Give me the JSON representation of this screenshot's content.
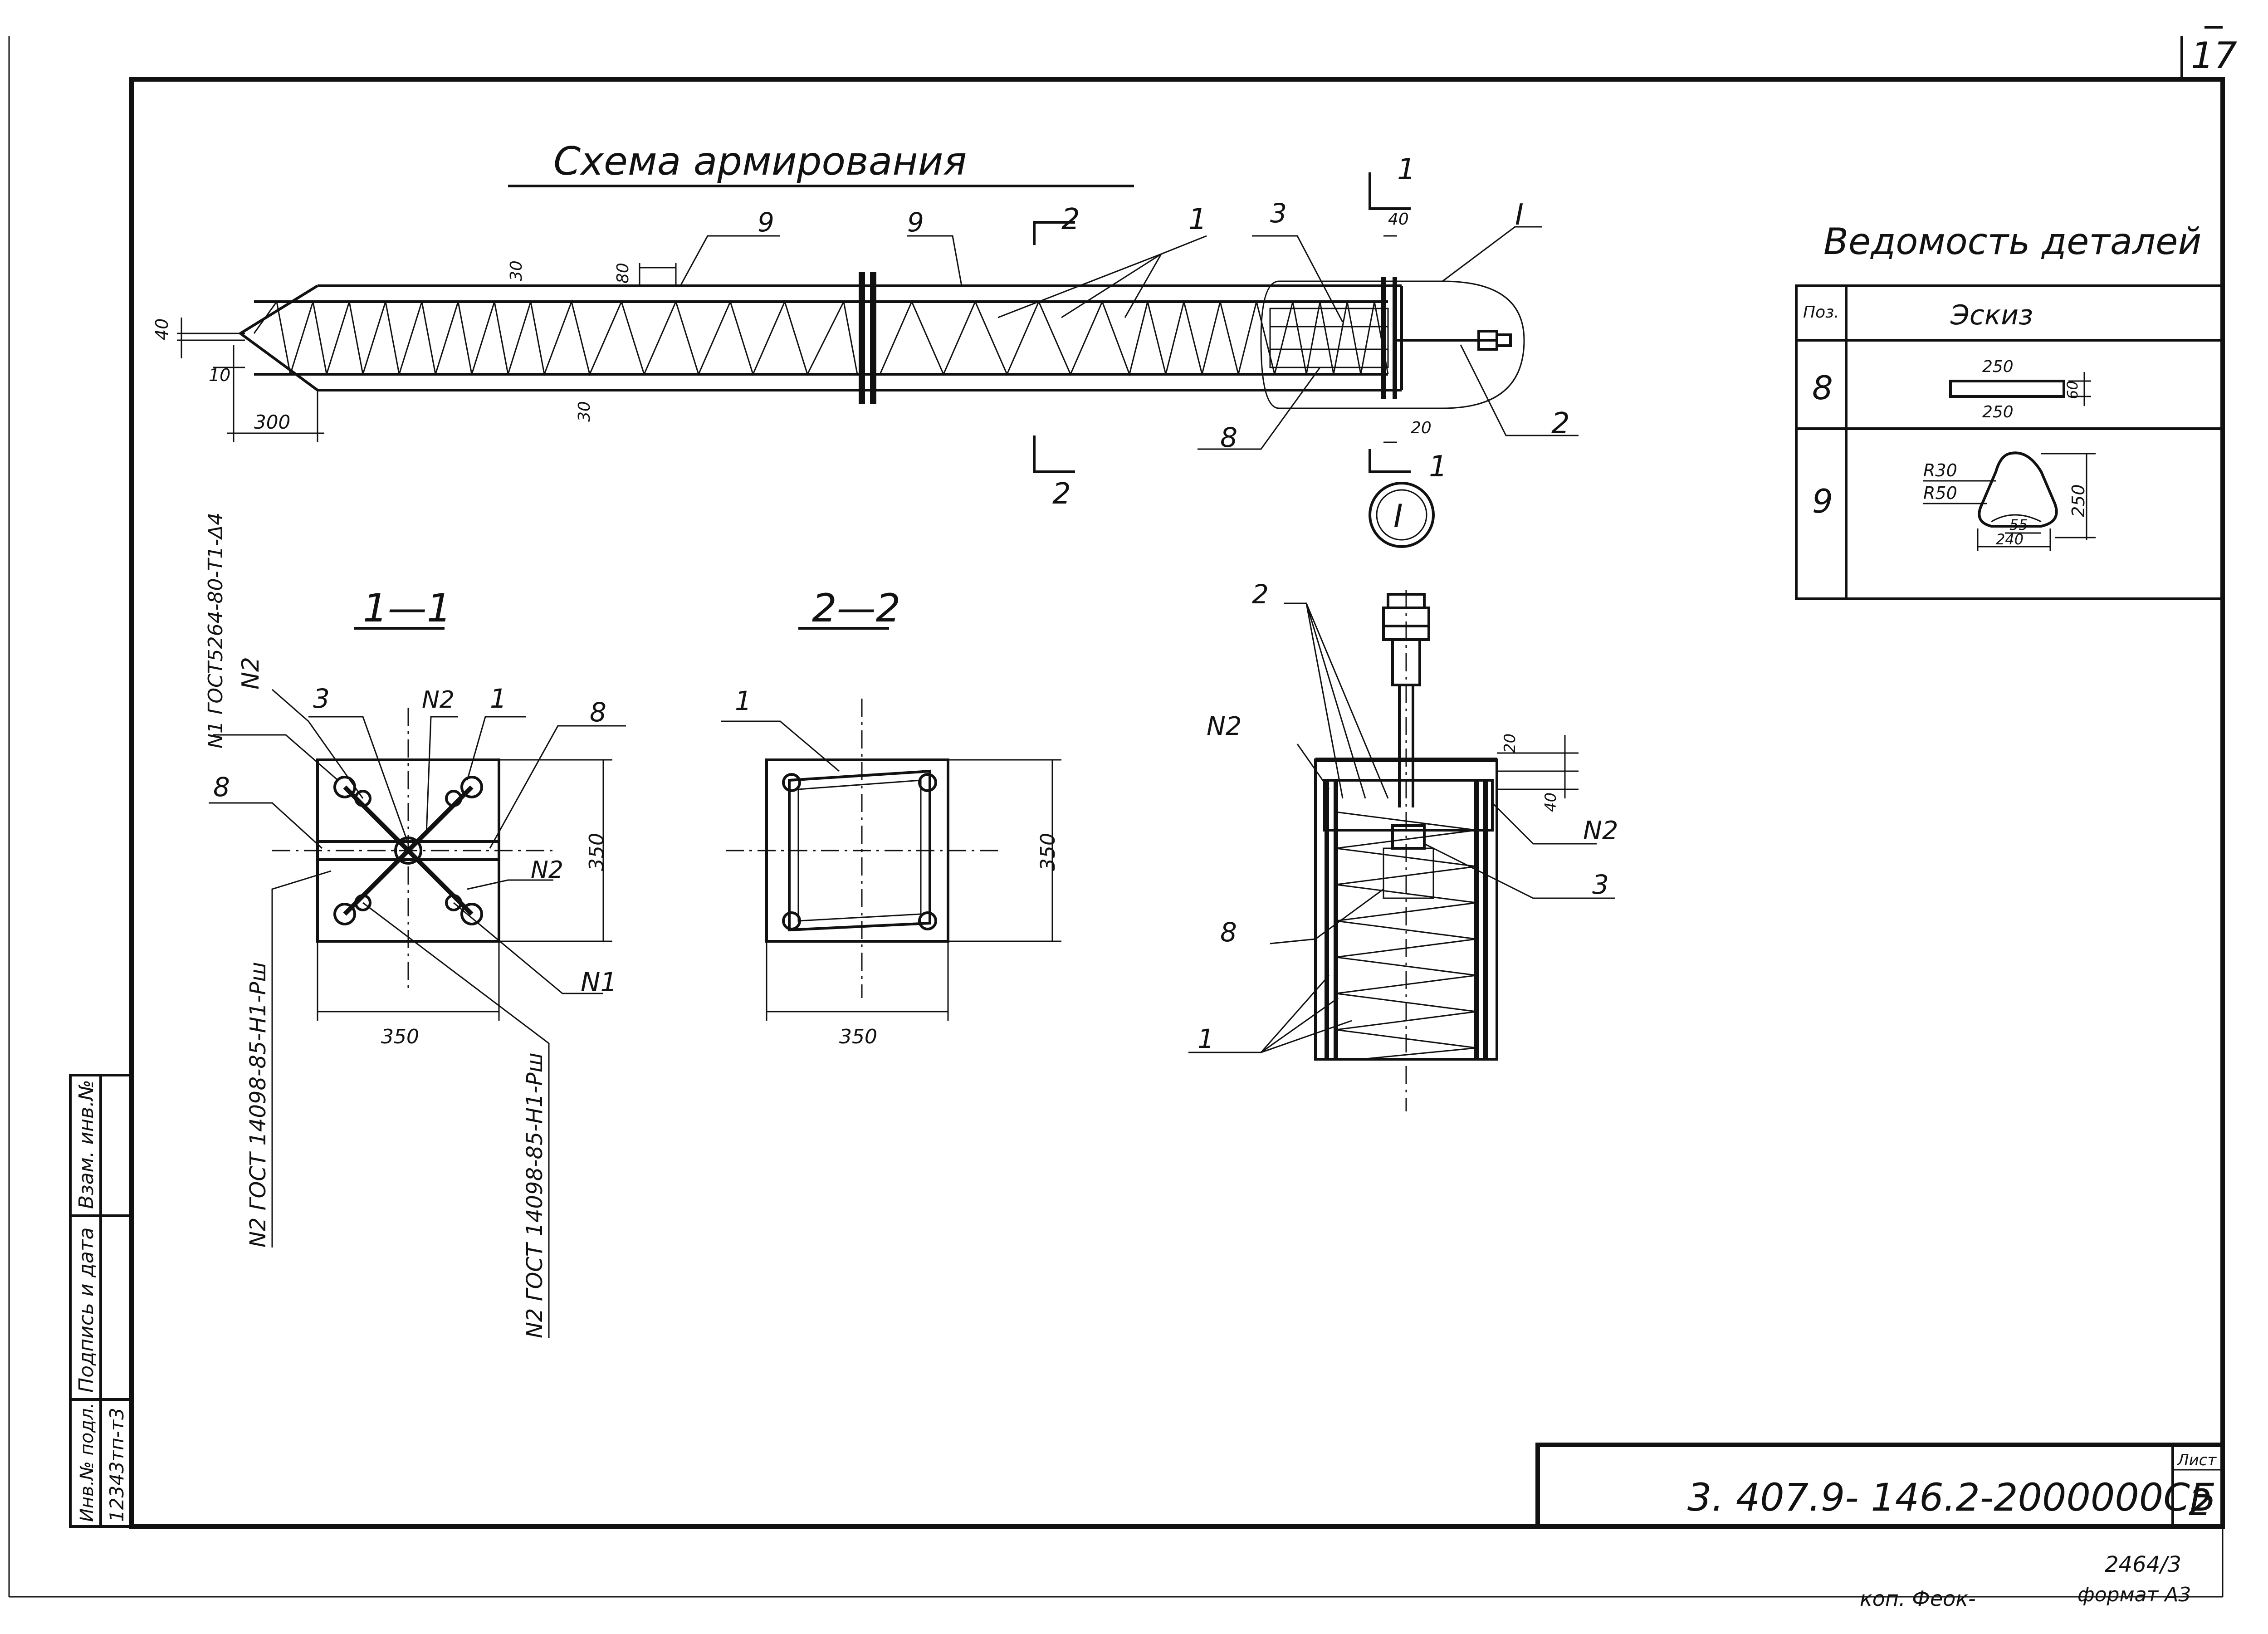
{
  "sheet": {
    "corner_number": "17",
    "title": "Схема армирования",
    "doc_code": "3. 407.9- 146.2-2000000СБ",
    "sheet_label": "Лист",
    "sheet_number": "2",
    "copied_by": "коп. Феок-",
    "order_number": "2464/3",
    "format": "формат А3"
  },
  "side_stamp": {
    "inv_orig": "Инв.№ подл.",
    "inv_orig_value": "12343тп-т3",
    "sign_date": "Подпись и дата",
    "replace_inv": "Взам. инв.№"
  },
  "elevation": {
    "dims": {
      "d40": "40",
      "d10": "10",
      "d300": "300",
      "d30a": "30",
      "d30b": "30",
      "d80": "80",
      "d40b": "40",
      "d20": "20"
    },
    "positions": {
      "p9a": "9",
      "p9b": "9",
      "p1": "1",
      "p3": "3",
      "p2": "2",
      "p8": "8"
    },
    "cut_1": "1",
    "cut_2": "2",
    "node_label": "I",
    "node_callout": "I"
  },
  "section_11": {
    "title": "1—1",
    "dim_width": "350",
    "dim_height": "350",
    "labels": {
      "n2a": "N2",
      "p3": "3",
      "n2b": "N2",
      "p1": "1",
      "p8a": "8",
      "p8b": "8",
      "n2c": "N2",
      "n1": "N1"
    },
    "notes": {
      "n1_gost": "N1 ГОСТ5264-80-Т1-Δ4",
      "n2_gost_left": "N2 ГОСТ 14098-85-Н1-Рш",
      "n2_gost_right": "N2 ГОСТ 14098-85-Н1-Рш"
    }
  },
  "section_22": {
    "title": "2—2",
    "label_1": "1",
    "dim_height": "350",
    "dim_width": "350"
  },
  "node_view": {
    "label_2": "2",
    "label_n2a": "N2",
    "label_n2b": "N2",
    "label_3": "3",
    "label_8": "8",
    "label_1": "1",
    "dim_20": "20",
    "dim_40": "40"
  },
  "details_table": {
    "title": "Ведомость деталей",
    "col_pos": "Поз.",
    "col_sketch": "Эскиз",
    "rows": [
      {
        "pos": "8",
        "dims": {
          "top": "250",
          "bottom": "250",
          "right": "60"
        }
      },
      {
        "pos": "9",
        "dims": {
          "r1": "R30",
          "r2": "R50",
          "height": "250",
          "inner": "55",
          "width": "240"
        }
      }
    ]
  }
}
